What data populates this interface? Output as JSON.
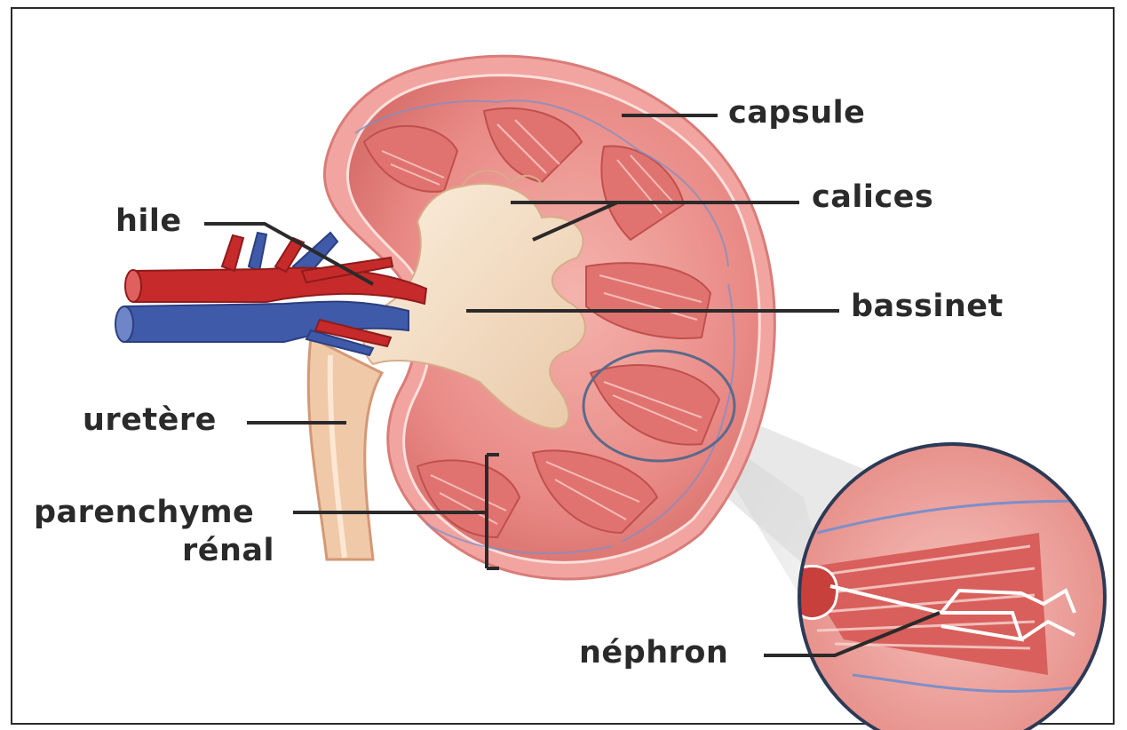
{
  "diagram": {
    "labels": {
      "capsule": "capsule",
      "calices": "calices",
      "hile": "hile",
      "bassinet": "bassinet",
      "uretere": "uretère",
      "parenchyme_line1": "parenchyme",
      "parenchyme_line2": "rénal",
      "nephron": "néphron"
    },
    "colors": {
      "cortex": "#e98a86",
      "capsule_outer": "#f2a4a0",
      "medulla_pyramid": "#d9625f",
      "pelvis": "#f3dcc3",
      "artery": "#c62a2a",
      "vein": "#3f5aa8",
      "leader_line": "#2a2a2a"
    }
  }
}
